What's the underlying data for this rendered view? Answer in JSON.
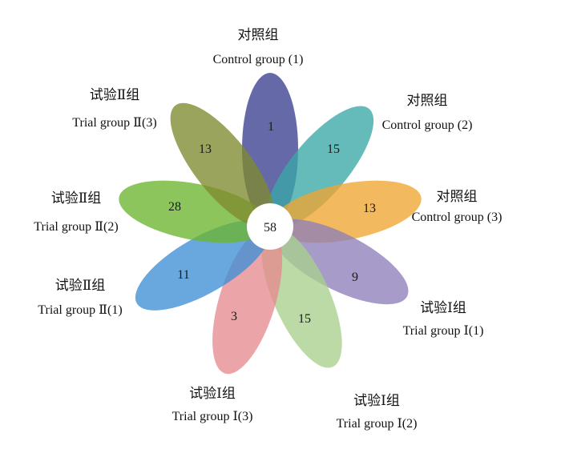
{
  "core": {
    "value": "58"
  },
  "petals": [
    {
      "cn": "对照组",
      "en": "Control group (1)",
      "value": "1",
      "color": "#3b3f8f"
    },
    {
      "cn": "对照组",
      "en": "Control group (2)",
      "value": "15",
      "color": "#3aa6a6"
    },
    {
      "cn": "对照组",
      "en": "Control group (3)",
      "value": "13",
      "color": "#efa531"
    },
    {
      "cn": "试验Ⅰ组",
      "en": "Trial group Ⅰ(1)",
      "value": "9",
      "color": "#8d7fba"
    },
    {
      "cn": "试验Ⅰ组",
      "en": "Trial group Ⅰ(2)",
      "value": "15",
      "color": "#a8d08d"
    },
    {
      "cn": "试验Ⅰ组",
      "en": "Trial group Ⅰ(3)",
      "value": "3",
      "color": "#e58a8f"
    },
    {
      "cn": "试验Ⅱ组",
      "en": "Trial group Ⅱ(1)",
      "value": "11",
      "color": "#3f8fd6"
    },
    {
      "cn": "试验Ⅱ组",
      "en": "Trial group Ⅱ(2)",
      "value": "28",
      "color": "#6ab52e"
    },
    {
      "cn": "试验Ⅱ组",
      "en": "Trial group Ⅱ(3)",
      "value": "13",
      "color": "#7f8a2e"
    }
  ]
}
